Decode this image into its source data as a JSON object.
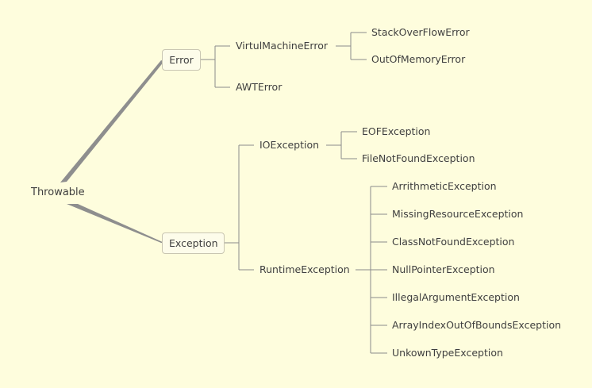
{
  "diagram": {
    "root": "Throwable",
    "error": {
      "label": "Error",
      "children": {
        "vm_error": "VirtulMachineError",
        "stack_overflow": "StackOverFlowError",
        "out_of_memory": "OutOfMemoryError",
        "awt_error": "AWTError"
      }
    },
    "exception": {
      "label": "Exception",
      "io": {
        "label": "IOException",
        "eof": "EOFException",
        "file_not_found": "FileNotFoundException"
      },
      "runtime": {
        "label": "RuntimeException",
        "items": [
          "ArrithmeticException",
          "MissingResourceException",
          "ClassNotFoundException",
          "NullPointerException",
          "IllegalArgumentException",
          "ArrayIndexOutOfBoundsException",
          "UnkownTypeException"
        ]
      }
    }
  },
  "colors": {
    "background": "#fefddd",
    "line": "#8b8b8b",
    "thick_branch": "#8e8e8e",
    "text": "#3f3f3f",
    "box_border": "#c9c6b2"
  }
}
